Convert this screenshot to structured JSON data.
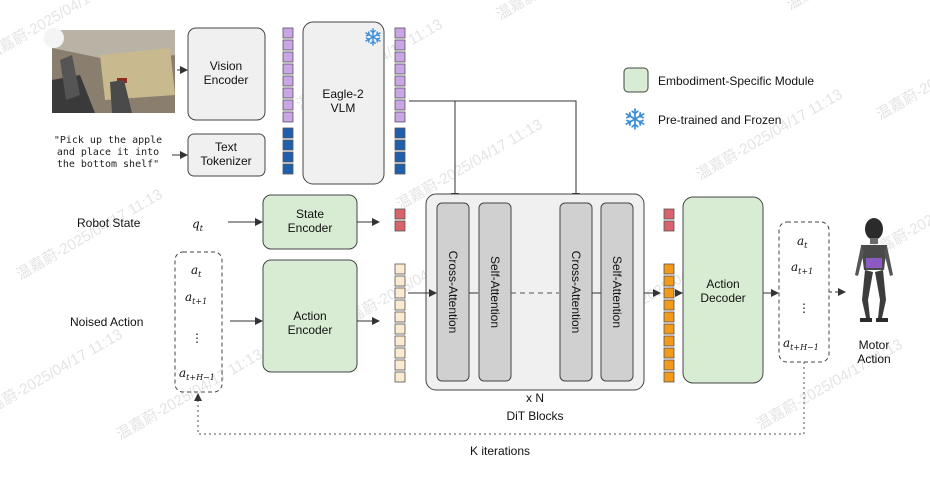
{
  "modules": {
    "vision_encoder": "Vision\nEncoder",
    "text_tokenizer": "Text\nTokenizer",
    "vlm": "Eagle-2\nVLM",
    "state_encoder": "State\nEncoder",
    "action_encoder": "Action\nEncoder",
    "cross_attention": "Cross-Attention",
    "self_attention": "Self-Attention",
    "action_decoder": "Action\nDecoder"
  },
  "inputs": {
    "instruction": "\"Pick up the apple\nand place it into\nthe bottom shelf\"",
    "robot_state": "Robot State",
    "noised_action": "Noised Action",
    "state_symbol": "q",
    "state_sub": "t"
  },
  "action_tokens": {
    "first": {
      "symbol": "a",
      "sub": "t"
    },
    "second": {
      "symbol": "a",
      "sub": "t+1"
    },
    "ellipsis": "⋮",
    "last": {
      "symbol": "a",
      "sub": "t+H−1"
    }
  },
  "labels": {
    "repeat": "x N",
    "dit_blocks": "DiT Blocks",
    "k_iterations": "K iterations",
    "motor_action": "Motor\nAction"
  },
  "legend": {
    "embodiment": "Embodiment-Specific Module",
    "frozen": "Pre-trained and Frozen"
  },
  "watermark": "温嘉蔚-2025/04/17 11:13",
  "colors": {
    "embodiment_green": "#d8ecd3",
    "module_gray": "#f0f0f0",
    "attention_gray": "#d0d0d0",
    "token_purple": "#c9a5e8",
    "token_blue": "#1f5fae",
    "token_red": "#d9636a",
    "token_beige": "#fbead2",
    "token_orange": "#f39a1b",
    "snowflake": "#3b8fd9"
  },
  "icons": [
    "robot-camera-photo",
    "snowflake-icon",
    "humanoid-robot-icon"
  ]
}
